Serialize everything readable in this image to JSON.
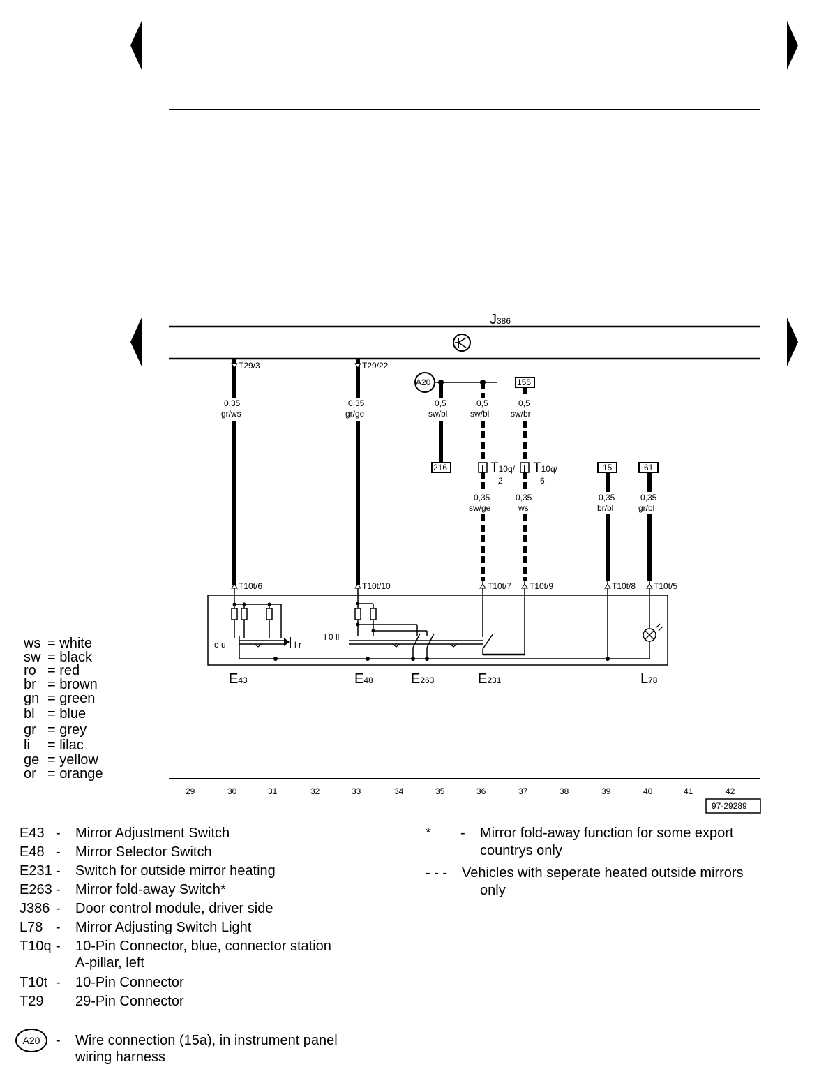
{
  "colors": {
    "ink": "#000000",
    "paper": "#ffffff"
  },
  "icons": [
    "navigation-arrow-left-icon",
    "navigation-arrow-right-icon",
    "transistor-icon",
    "bulb-icon",
    "resistor-icon",
    "switch-icon"
  ],
  "module": {
    "label": "J",
    "sub": "386"
  },
  "wires": [
    {
      "id": "w30",
      "term_top": "T29/3",
      "size": "0,35",
      "color": "gr/ws",
      "term_bottom": "T10t/6"
    },
    {
      "id": "w33",
      "term_top": "T29/22",
      "size": "0,35",
      "color": "gr/ge",
      "term_bottom": "T10t/10"
    },
    {
      "id": "w35",
      "size": "0,5",
      "color": "sw/bl",
      "ref_bottom": "216"
    },
    {
      "id": "w36",
      "size": "0,5",
      "color": "sw/bl",
      "size2": "0,35",
      "color2": "sw/ge",
      "term_bottom": "T10t/7"
    },
    {
      "id": "w37",
      "ref_top": "155",
      "size": "0,5",
      "color": "sw/br",
      "size2": "0,35",
      "color2": "ws",
      "term_bottom": "T10t/9"
    },
    {
      "id": "w39",
      "ref_top": "15",
      "size": "0,35",
      "color": "br/bl",
      "term_bottom": "T10t/8"
    },
    {
      "id": "w40",
      "ref_top": "61",
      "size": "0,35",
      "color": "gr/bl",
      "term_bottom": "T10t/5"
    }
  ],
  "wire_connection": "A20",
  "connectors": [
    {
      "label": "T",
      "sub": "10q/",
      "pin": "2"
    },
    {
      "label": "T",
      "sub": "10q/",
      "pin": "6"
    }
  ],
  "switch_marks": {
    "e43_left": "o u",
    "e43_right": "l r",
    "e48": "l 0 ll"
  },
  "components": [
    {
      "label": "E",
      "sub": "43"
    },
    {
      "label": "E",
      "sub": "48"
    },
    {
      "label": "E",
      "sub": "263"
    },
    {
      "label": "E",
      "sub": "231"
    },
    {
      "label": "L",
      "sub": "78"
    }
  ],
  "color_legend": [
    {
      "code": "ws",
      "name": "white"
    },
    {
      "code": "sw",
      "name": "black"
    },
    {
      "code": "ro",
      "name": "red"
    },
    {
      "code": "br",
      "name": "brown"
    },
    {
      "code": "gn",
      "name": "green"
    },
    {
      "code": "bl",
      "name": "blue"
    },
    {
      "code": "gr",
      "name": "grey"
    },
    {
      "code": "li",
      "name": "lilac"
    },
    {
      "code": "ge",
      "name": "yellow"
    },
    {
      "code": "or",
      "name": "orange"
    }
  ],
  "columns": [
    "29",
    "30",
    "31",
    "32",
    "33",
    "34",
    "35",
    "36",
    "37",
    "38",
    "39",
    "40",
    "41",
    "42"
  ],
  "figure_id": "97-29289",
  "parts": [
    {
      "code": "E43",
      "dash": "-",
      "desc": "Mirror Adjustment Switch"
    },
    {
      "code": "E48",
      "dash": "-",
      "desc": "Mirror Selector Switch"
    },
    {
      "code": "E231",
      "dash": "-",
      "desc": "Switch for outside mirror heating"
    },
    {
      "code": "E263",
      "dash": "-",
      "desc": "Mirror fold-away Switch*"
    },
    {
      "code": "J386",
      "dash": "-",
      "desc": "Door control module, driver side"
    },
    {
      "code": "L78",
      "dash": "-",
      "desc": "Mirror Adjusting Switch Light"
    },
    {
      "code": "T10q",
      "dash": "-",
      "desc": "10-Pin Connector, blue, connector station",
      "desc2": "A-pillar, left"
    },
    {
      "code": "T10t",
      "dash": "-",
      "desc": "10-Pin Connector"
    },
    {
      "code": "T29",
      "dash": "",
      "desc": "29-Pin Connector"
    }
  ],
  "wire_connection_note": {
    "code": "A20",
    "dash": "-",
    "desc": "Wire connection (15a), in instrument panel",
    "desc2": "wiring harness"
  },
  "notes": [
    {
      "symbol": "*",
      "dash": "-",
      "desc": "Mirror fold-away function for some export",
      "desc2": "countrys only"
    },
    {
      "symbol": "- - -",
      "dash": "",
      "desc": "Vehicles with seperate heated outside mirrors",
      "desc2": "only"
    }
  ]
}
